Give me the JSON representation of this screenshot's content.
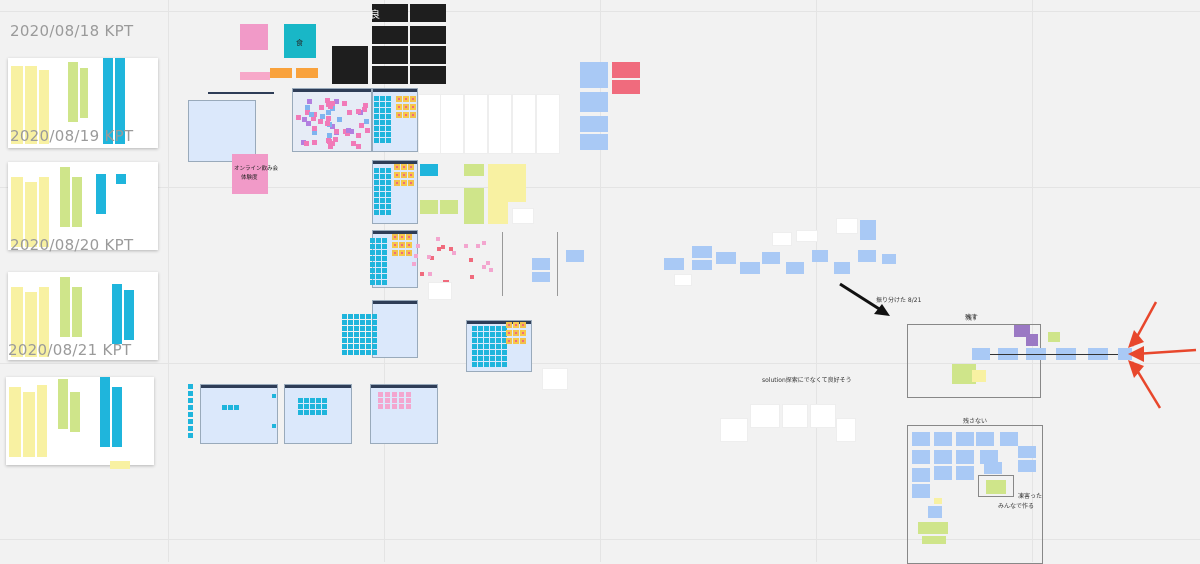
{
  "board": {
    "kpt_labels": [
      "2020/08/18 KPT",
      "2020/08/19 KPT",
      "2020/08/20 KPT",
      "2020/08/21 KPT"
    ],
    "sticky_center_top": "食",
    "sticky_online": "オンライン飲み会",
    "sticky_online_line2": "体験度",
    "dark_card_label": "良",
    "annotation_furiwake": "振り分けた 8/21",
    "annotation_solution": "solution探索にでなくて良好そう",
    "frame_nokosu": "残す",
    "frame_nokosanai": "残さない",
    "note_minna": "みんなで作る",
    "note_kuro": "凍害った"
  },
  "colors": {
    "yellow": "#f8f1a2",
    "green": "#cfe58a",
    "cyan": "#1fb5dc",
    "pink": "#f19ac8",
    "blue": "#a9c9f5",
    "arrow_red": "#e8472c",
    "arrow_black": "#111111"
  }
}
